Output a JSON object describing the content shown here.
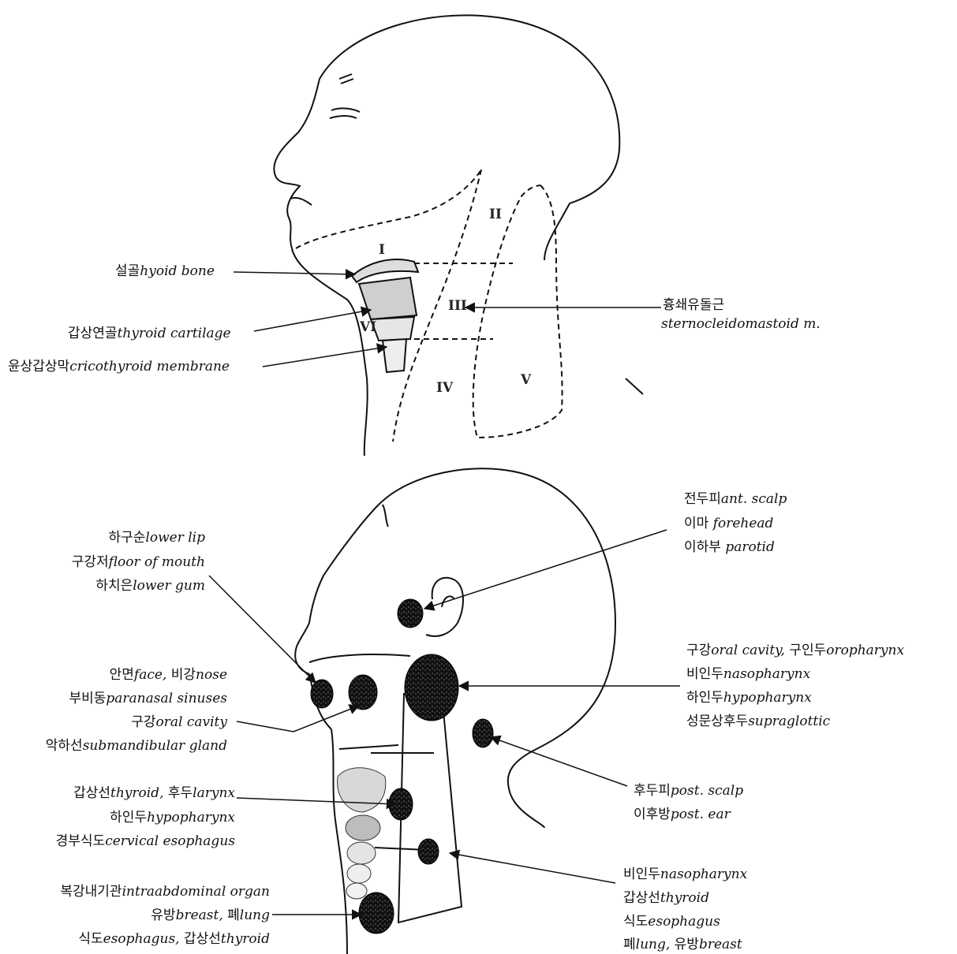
{
  "top": {
    "labels": {
      "hyoid": {
        "ko": "설골",
        "en": "hyoid bone"
      },
      "thyroid_cartilage": {
        "ko": "갑상연골",
        "en": "thyroid cartilage"
      },
      "cricothyroid": {
        "ko": "윤상갑상막",
        "en": "cricothyroid membrane"
      },
      "scm": {
        "ko": "흉쇄유돌근",
        "en": "sternocleidomastoid m."
      }
    },
    "levels": {
      "I": "I",
      "II": "II",
      "III": "III",
      "IV": "IV",
      "V": "V",
      "VI": "VI"
    }
  },
  "bottom": {
    "labels": {
      "lip_group": [
        {
          "ko": "하구순",
          "en": "lower lip"
        },
        {
          "ko": "구강저",
          "en": "floor of mouth"
        },
        {
          "ko": "하치은",
          "en": "lower gum"
        }
      ],
      "face_group": [
        {
          "ko": "안면",
          "en": "face,",
          "ko2": "비강",
          "en2": "nose"
        },
        {
          "ko": "부비동",
          "en": "paranasal sinuses"
        },
        {
          "ko": "구강",
          "en": "oral cavity"
        },
        {
          "ko": "악하선",
          "en": "submandibular gland"
        }
      ],
      "thyroid_group": [
        {
          "ko": "갑상선",
          "en": "thyroid,",
          "ko2": "후두",
          "en2": "larynx"
        },
        {
          "ko": "하인두",
          "en": "hypopharynx"
        },
        {
          "ko": "경부식도",
          "en": "cervical esophagus"
        }
      ],
      "abdominal_group": [
        {
          "ko": "복강내기관",
          "en": "intraabdominal organ"
        },
        {
          "ko": "유방",
          "en": "breast,",
          "ko2": "폐",
          "en2": "lung"
        },
        {
          "ko": "식도",
          "en": "esophagus,",
          "ko2": "갑상선",
          "en2": "thyroid"
        }
      ],
      "scalp_group": [
        {
          "ko": "전두피",
          "en": "ant. scalp"
        },
        {
          "ko": "이마",
          "en": "forehead"
        },
        {
          "ko": "이하부",
          "en": "parotid"
        }
      ],
      "oral_group": [
        {
          "ko": "구강",
          "en": "oral cavity,",
          "ko2": "구인두",
          "en2": "oropharynx"
        },
        {
          "ko": "비인두",
          "en": "nasopharynx"
        },
        {
          "ko": "하인두",
          "en": "hypopharynx"
        },
        {
          "ko": "성문상후두",
          "en": "supraglottic"
        }
      ],
      "post_group": [
        {
          "ko": "후두피",
          "en": "post. scalp"
        },
        {
          "ko": "이후방",
          "en": "post. ear"
        }
      ],
      "naso_group": [
        {
          "ko": "비인두",
          "en": "nasopharynx"
        },
        {
          "ko": "갑상선",
          "en": "thyroid"
        },
        {
          "ko": "식도",
          "en": "esophagus"
        },
        {
          "ko": "폐",
          "en": "lung,",
          "ko2": "유방",
          "en2": "breast"
        }
      ]
    }
  }
}
